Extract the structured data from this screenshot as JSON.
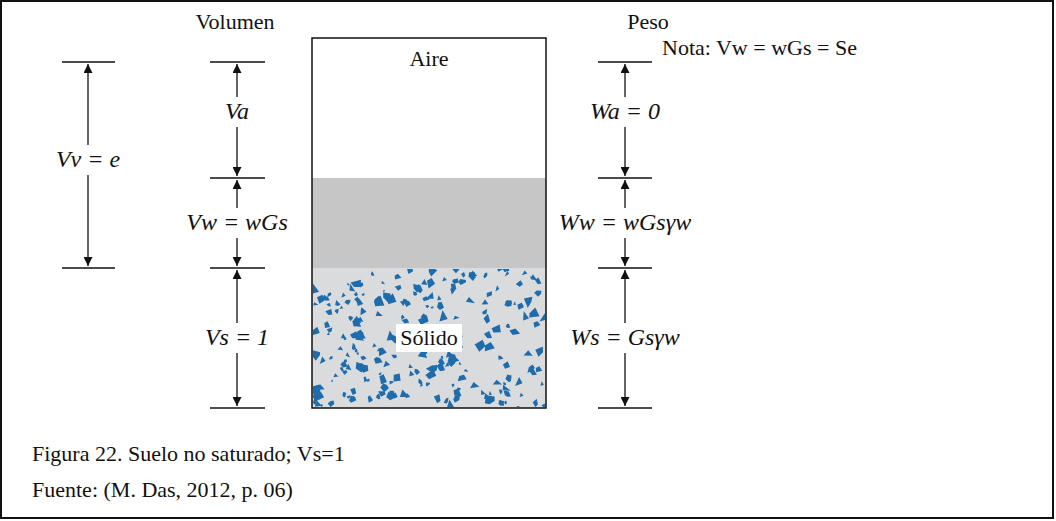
{
  "diagram": {
    "caption": "Figura 22. Suelo no saturado; Vs=1",
    "nodes": [
      {
        "text": [
          "Aire"
        ]
      },
      {
        "text": [
          "Sólido"
        ]
      }
    ],
    "labels": [
      "Volumen",
      "Peso",
      "Vv = e",
      "Va",
      "Vw = wGs",
      "Vs = 1",
      "Wa = 0",
      "Ww = wGsγw",
      "Ws = Gsγw",
      "Nota: Vw = wGs = Se",
      "Fuente: (M. Das, 2012, p. 06)"
    ]
  }
}
